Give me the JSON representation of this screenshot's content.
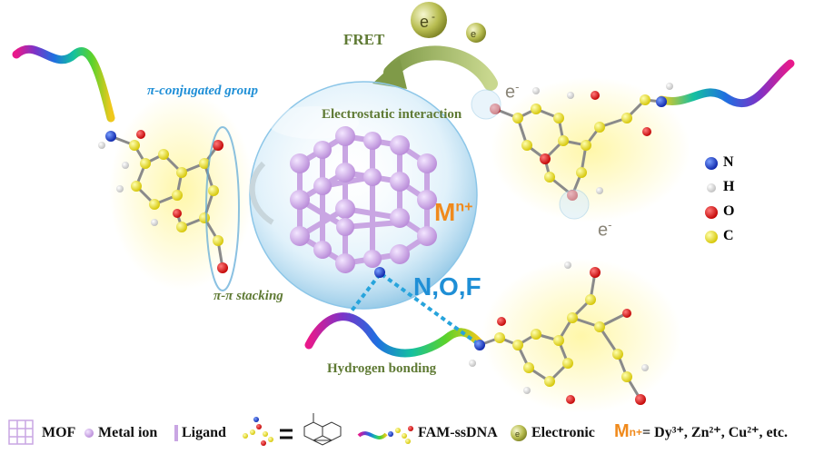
{
  "labels": {
    "fret": "FRET",
    "pi_conjugated": "π-conjugated group",
    "electrostatic": "Electrostatic interaction",
    "pi_stacking": "π-π stacking",
    "hydrogen_bonding": "Hydrogen bonding",
    "metal_ion_main": "M",
    "metal_ion_charge": "n+",
    "nof": "N,O,F",
    "electron_symbol": "e",
    "electron_charge": "-"
  },
  "atom_legend": [
    {
      "symbol": "N",
      "color": "#1436c8"
    },
    {
      "symbol": "H",
      "color": "#e6e6e6"
    },
    {
      "symbol": "O",
      "color": "#e01414"
    },
    {
      "symbol": "C",
      "color": "#f2e400"
    }
  ],
  "bottom_legend": {
    "mof": "MOF",
    "metal_ion": "Metal ion",
    "ligand": "Ligand",
    "fam_ssdna": "FAM-ssDNA",
    "electronic": "Electronic",
    "mn_prefix": "M",
    "mn_charge": "n+",
    "mn_values": " = Dy³⁺, Zn²⁺, Cu²⁺, etc."
  },
  "colors": {
    "label_green": "#5f7a34",
    "label_blue": "#1f8fd6",
    "metal_orange": "#f08a1c",
    "mof_purple": "#c9a6e3"
  }
}
